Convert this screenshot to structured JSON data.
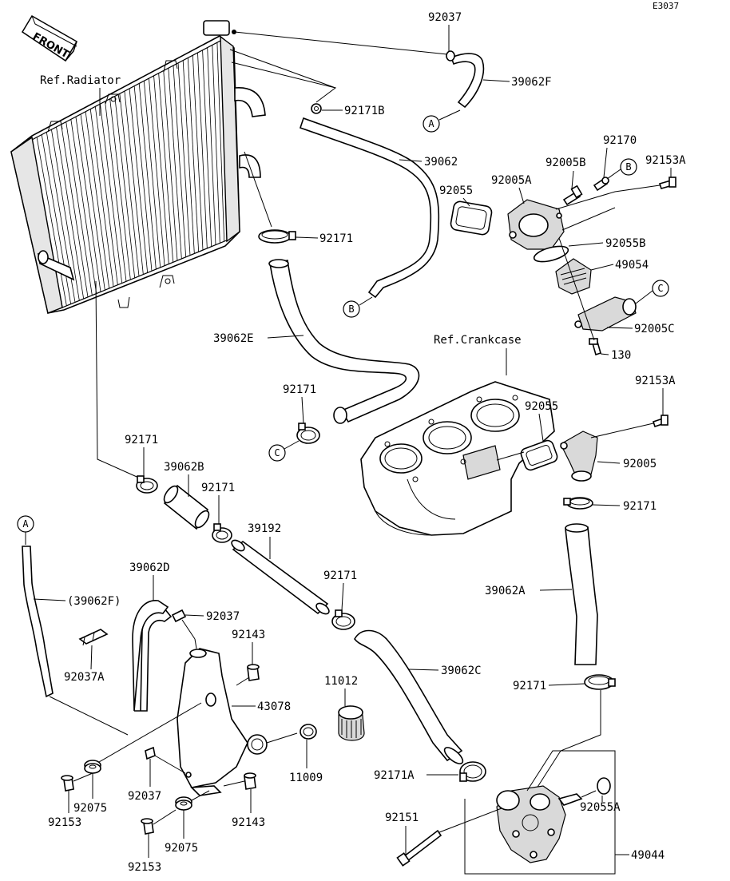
{
  "code": "E3037",
  "front_label": "FRONT",
  "refs": {
    "radiator": "Ref.Radiator",
    "crankcase": "Ref.Crankcase"
  },
  "callouts": {
    "a": "A",
    "b": "B",
    "c": "C"
  },
  "labels": {
    "p92037_top": "92037",
    "p39062F": "39062F",
    "p92171B": "92171B",
    "p39062": "39062",
    "p92170": "92170",
    "p92005B": "92005B",
    "p92153A_top": "92153A",
    "p92055_top": "92055",
    "p92005A": "92005A",
    "p92055B": "92055B",
    "p49054": "49054",
    "p92171_rad": "92171",
    "p39062E": "39062E",
    "p92005C": "92005C",
    "p130": "130",
    "p92153A_mid": "92153A",
    "p92171_c": "92171",
    "p92055_mid": "92055",
    "p92005": "92005",
    "p92171_left": "92171",
    "p39062B": "39062B",
    "p92171_b2": "92171",
    "p39192": "39192",
    "p92171_right": "92171",
    "p39062A": "39062A",
    "p92171_mid": "92171",
    "p39062F_paren": "(39062F)",
    "p39062D": "39062D",
    "p92037_mid": "92037",
    "p92143_top": "92143",
    "p92037A": "92037A",
    "p43078": "43078",
    "p11012": "11012",
    "p39062C": "39062C",
    "p92171_lower": "92171",
    "p11009": "11009",
    "p92171A": "92171A",
    "p92075_a": "92075",
    "p92037_low": "92037",
    "p92153_a": "92153",
    "p92143_low": "92143",
    "p92151": "92151",
    "p92055A": "92055A",
    "p92075_b": "92075",
    "p49044": "49044",
    "p92153_b": "92153"
  }
}
